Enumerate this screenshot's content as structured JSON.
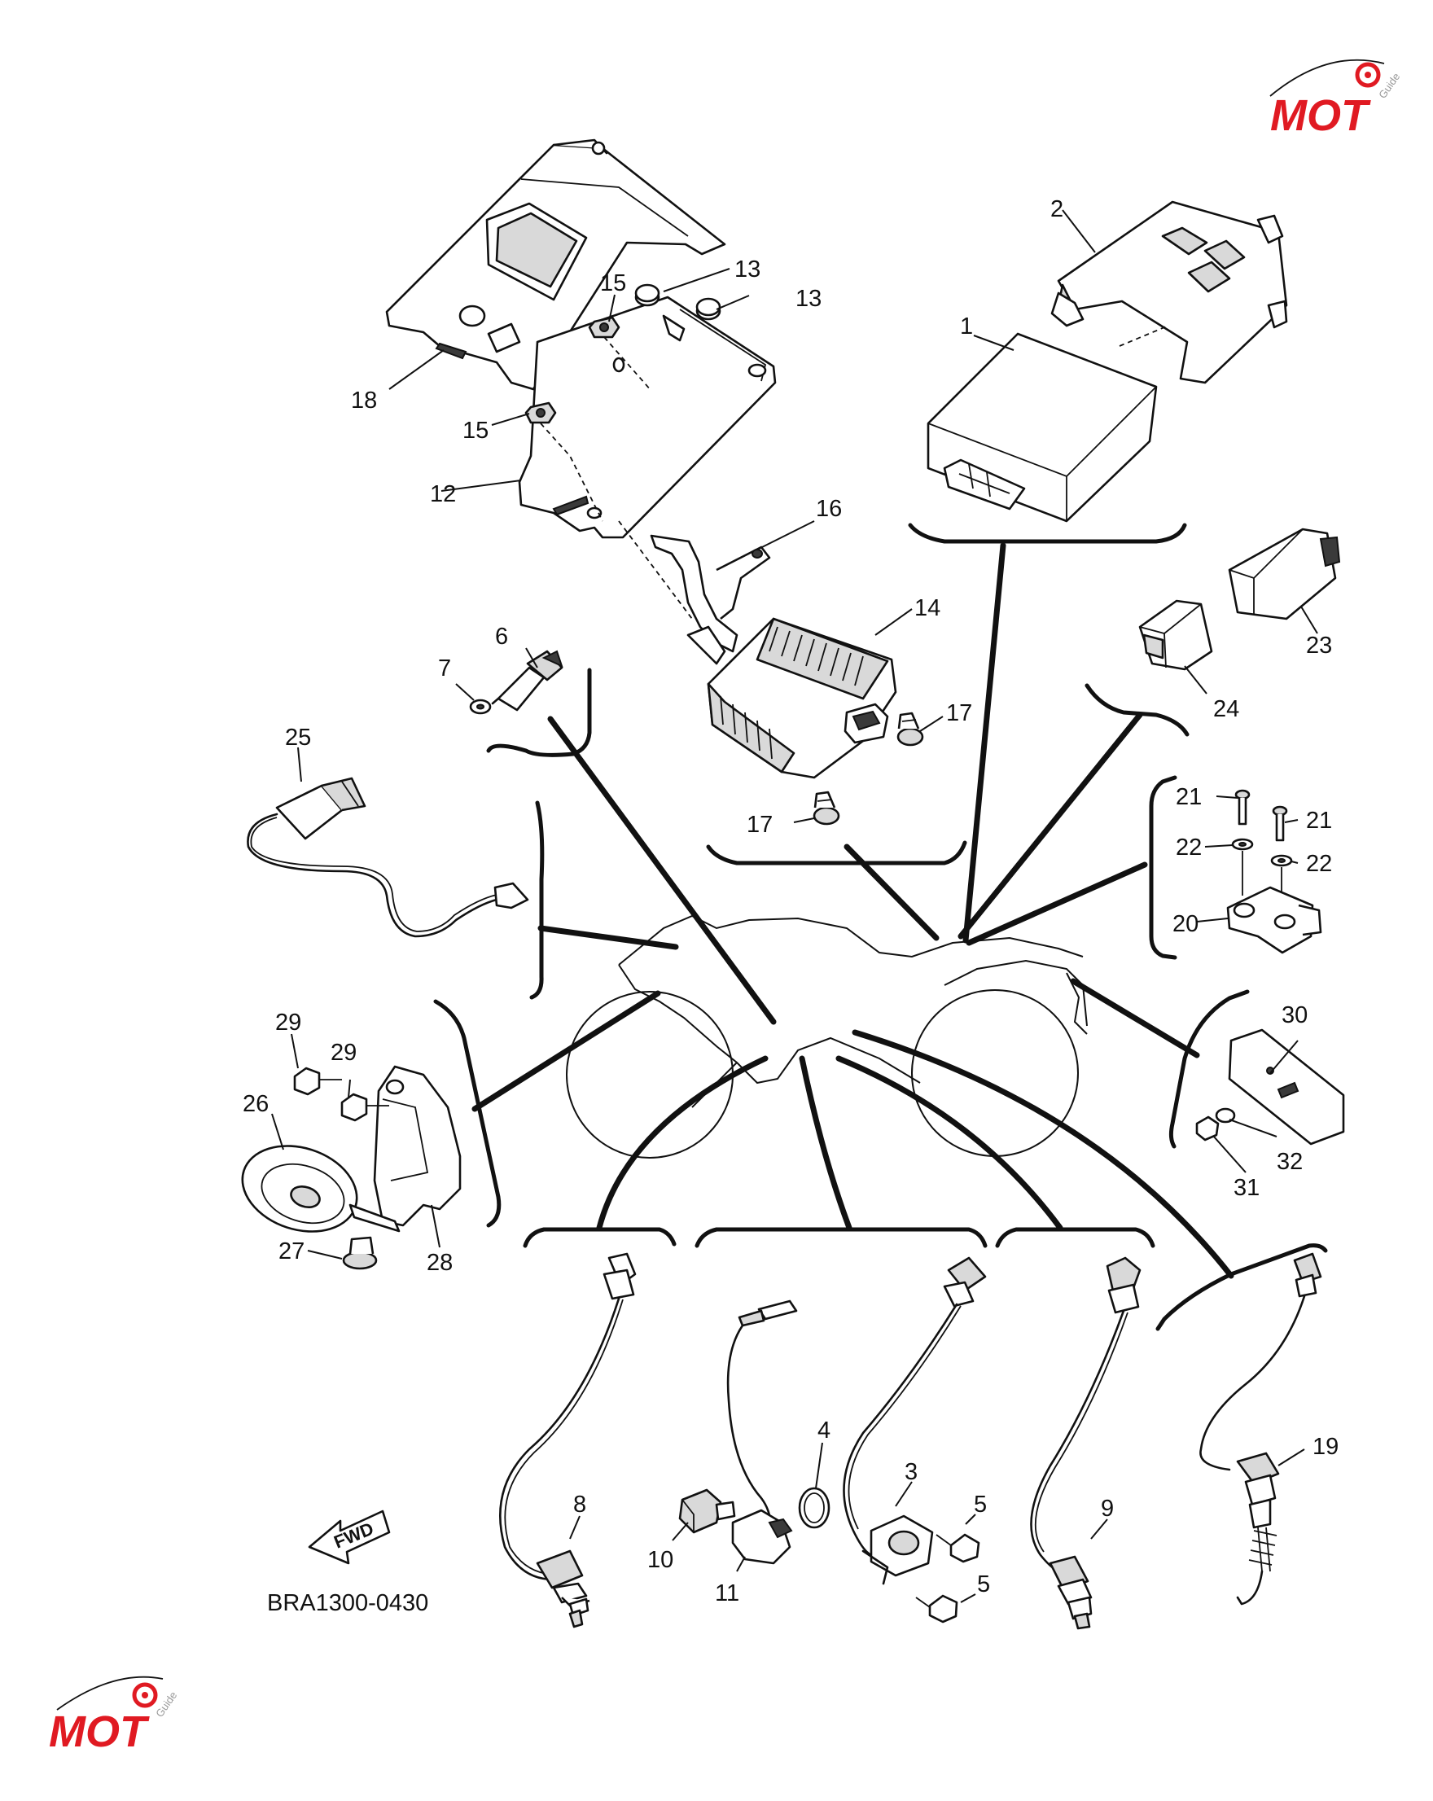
{
  "diagram_code": "BRA1300-0430",
  "fwd_label": "FWD",
  "watermark": {
    "brand": "MOT",
    "suffix": "Guide",
    "brand_color": "#e01a22"
  },
  "callouts": [
    "1",
    "2",
    "3",
    "4",
    "5",
    "5",
    "6",
    "7",
    "8",
    "9",
    "10",
    "11",
    "12",
    "13",
    "13",
    "14",
    "15",
    "15",
    "16",
    "17",
    "17",
    "18",
    "19",
    "20",
    "21",
    "21",
    "22",
    "22",
    "23",
    "24",
    "25",
    "26",
    "27",
    "28",
    "29",
    "29",
    "30",
    "31",
    "32"
  ]
}
